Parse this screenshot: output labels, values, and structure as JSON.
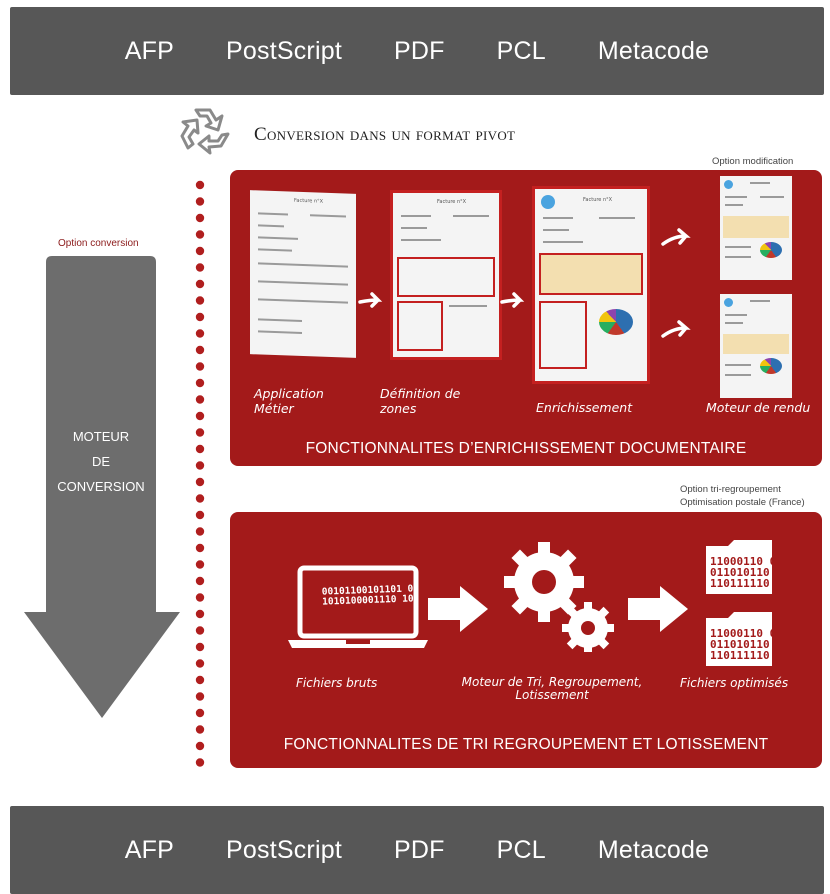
{
  "formats_top": [
    "AFP",
    "PostScript",
    "PDF",
    "PCL",
    "Metacode"
  ],
  "formats_bottom": [
    "AFP",
    "PostScript",
    "PDF",
    "PCL",
    "Metacode"
  ],
  "pivot_title": "Conversion dans un format pivot",
  "option_conversion": "Option conversion",
  "moteur": {
    "line1": "MOTEUR",
    "line2": "DE",
    "line3": "CONVERSION"
  },
  "enrichissement": {
    "option_label": "Option modification",
    "doc_title": "Facture n°X",
    "steps": [
      {
        "line1": "Application",
        "line2": "Métier"
      },
      {
        "line1": "Définition de",
        "line2": "zones"
      },
      {
        "line1": "Enrichissement"
      },
      {
        "line1": "Moteur de rendu"
      }
    ],
    "title": "FONCTIONNALITES D’ENRICHISSEMENT DOCUMENTAIRE"
  },
  "tri": {
    "option_line1": "Option tri-regroupement",
    "option_line2": "Optimisation postale (France)",
    "laptop_binary": [
      "00101100101101 0",
      "1010100001110 10"
    ],
    "folder_binary": [
      "11000110 0",
      "011010110",
      "110111110"
    ],
    "steps": [
      {
        "line1": "Fichiers bruts"
      },
      {
        "line1": "Moteur de Tri, Regroupement,",
        "line2": "Lotissement"
      },
      {
        "line1": "Fichiers optimisés"
      }
    ],
    "title": "FONCTIONNALITES DE TRI REGROUPEMENT ET LOTISSEMENT"
  },
  "colors": {
    "panel_red": "#a31a1a",
    "bar_grey": "#575757",
    "arrow_grey": "#6d6d6d",
    "dot_red": "#b01e1e"
  }
}
